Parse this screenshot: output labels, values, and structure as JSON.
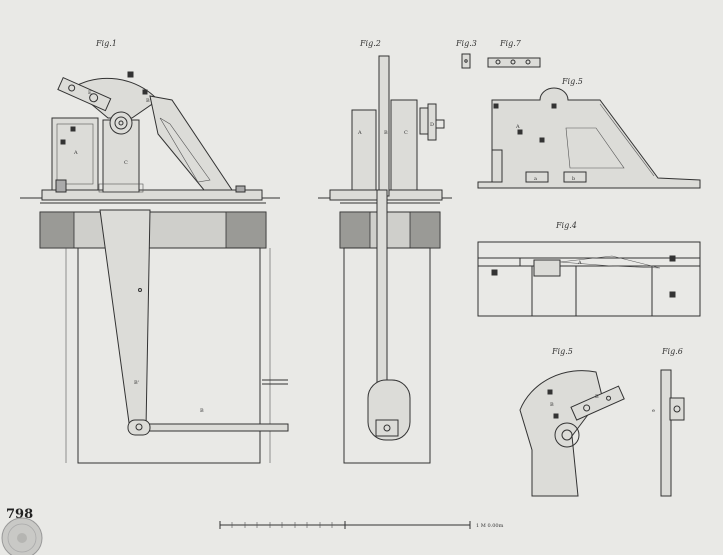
{
  "sheet": {
    "plate_number": "798",
    "scale_label": "1 M 0.00m",
    "fig_labels": {
      "fig1": "Fig.1",
      "fig2": "Fig.2",
      "fig3": "Fig.3",
      "fig4": "Fig.4",
      "fig5": "Fig.5",
      "fig6": "Fig.6",
      "fig7": "Fig.7"
    },
    "part_letters": {
      "A": "A",
      "B": "B",
      "B1": "B'",
      "C": "C",
      "D": "D",
      "E": "E",
      "a": "a",
      "b": "b",
      "c": "c",
      "d": "d",
      "e": "e"
    },
    "colors": {
      "paper": "#e9e9e6",
      "ink": "#333333",
      "wood_fill": "#cfcfcb",
      "stamp": "#b9b9b6"
    }
  }
}
